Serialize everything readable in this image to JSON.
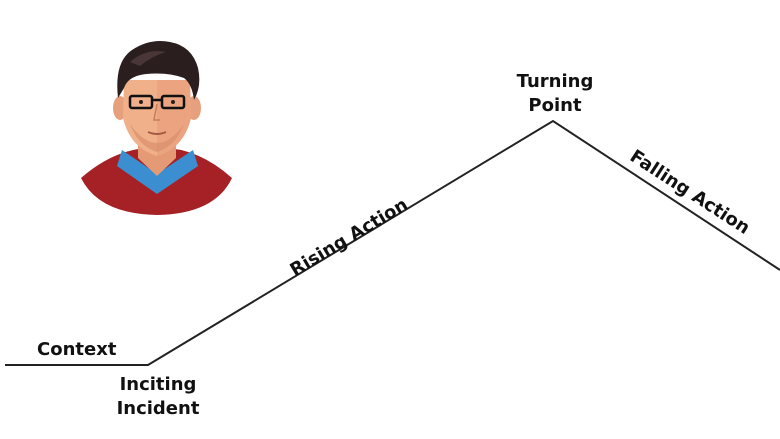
{
  "labels": {
    "context": "Context",
    "inciting_incident": [
      "Inciting",
      "Incident"
    ],
    "rising_action": "Rising Action",
    "turning_point": [
      "Turning",
      "Point"
    ],
    "falling_action": "Falling Action"
  },
  "avatar": {
    "icon": "man-with-glasses-avatar"
  },
  "colors": {
    "line": "#222222",
    "text": "#111111",
    "sweater": "#a52125",
    "collar": "#3b8fd1",
    "skin": "#f0b08a",
    "hair": "#2a1e1e"
  }
}
